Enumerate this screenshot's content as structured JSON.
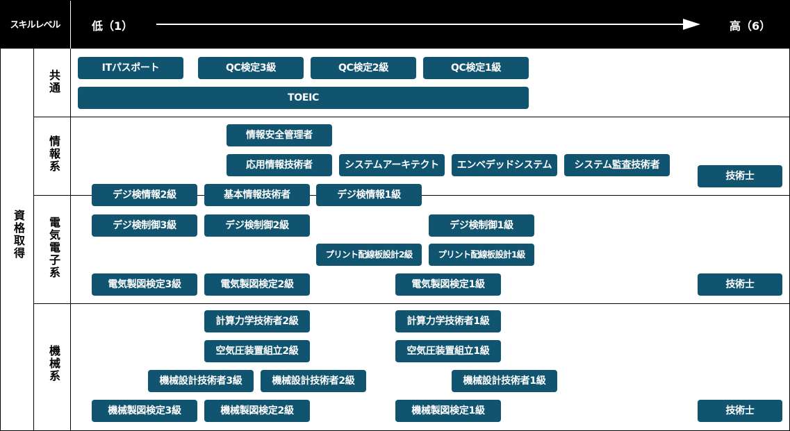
{
  "header": {
    "label": "スキルレベル",
    "low": "低（1）",
    "high": "高（6）"
  },
  "left_label": "資格取得",
  "categories": {
    "common": "共通",
    "info": "情報系",
    "elec": "電気電子系",
    "mech": "機械系"
  },
  "common": [
    "ITパスポート",
    "QC検定3級",
    "QC検定2級",
    "QC検定1級",
    "TOEIC"
  ],
  "info": [
    "情報安全管理者",
    "応用情報技術者",
    "システムアーキテクト",
    "エンベデッドシステム",
    "システム監査技術者",
    "技術士",
    "デジ検情報2級",
    "基本情報技術者",
    "デジ検情報1級"
  ],
  "elec": [
    "デジ検制御3級",
    "デジ検制御2級",
    "デジ検制御1級",
    "プリント配線板設計2級",
    "プリント配線板設計1級",
    "電気製図検定3級",
    "電気製図検定2級",
    "電気製図検定1級",
    "技術士"
  ],
  "mech": [
    "計算力学技術者2級",
    "計算力学技術者1級",
    "空気圧装置組立2級",
    "空気圧装置組立1級",
    "機械設計技術者3級",
    "機械設計技術者2級",
    "機械設計技術者1級",
    "機械製図検定3級",
    "機械製図検定2級",
    "機械製図検定1級",
    "技術士"
  ],
  "colors": {
    "box": "#115470",
    "header": "#000000"
  }
}
